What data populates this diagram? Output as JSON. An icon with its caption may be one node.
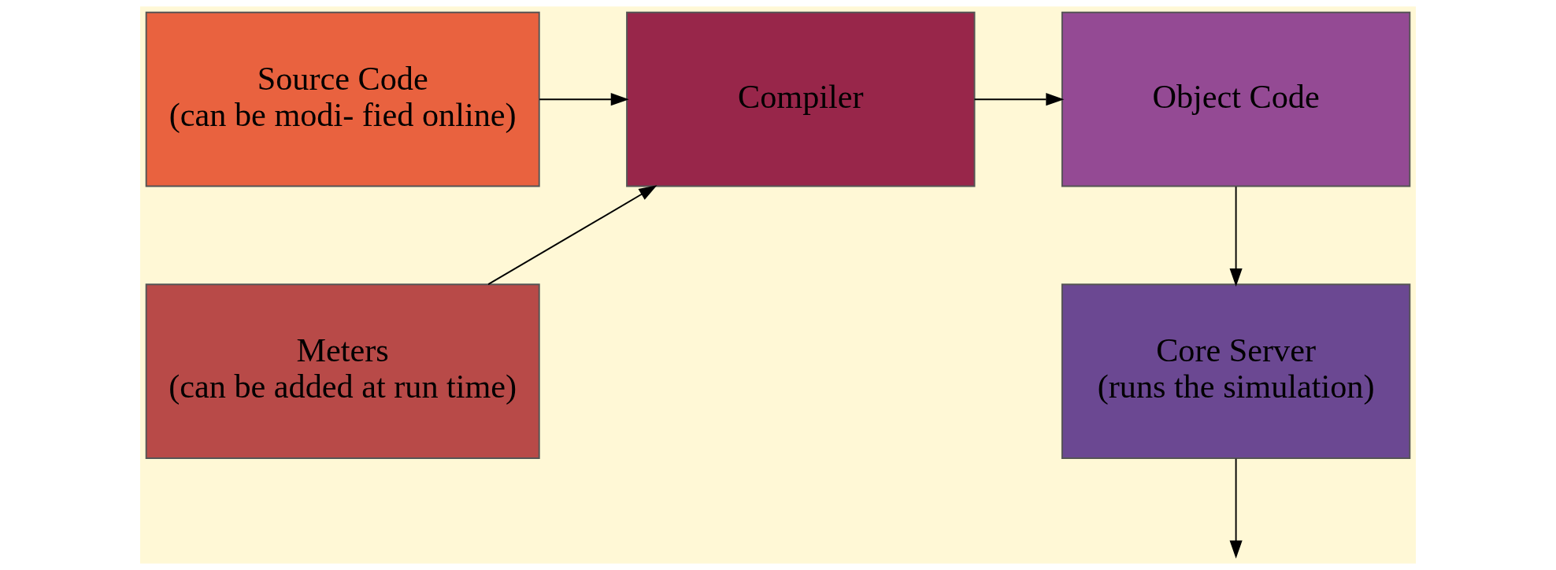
{
  "diagram": {
    "nodes": [
      {
        "text": [
          "Source Code",
          "(can be modi- fied online)"
        ]
      },
      {
        "text": [
          "Compiler"
        ]
      },
      {
        "text": [
          "Object Code"
        ]
      },
      {
        "text": [
          "Meters",
          "(can be added at run time)"
        ]
      },
      {
        "text": [
          "Core Server",
          "(runs the simulation)"
        ]
      }
    ],
    "edges": [
      {
        "from": 0,
        "to": 1,
        "arrow": "to"
      },
      {
        "from": 3,
        "to": 1,
        "arrow": "to"
      },
      {
        "from": 1,
        "to": 2,
        "arrow": "to"
      },
      {
        "from": 2,
        "to": 4,
        "arrow": "to"
      },
      {
        "from": 4,
        "to": null,
        "arrow": "to"
      }
    ]
  }
}
